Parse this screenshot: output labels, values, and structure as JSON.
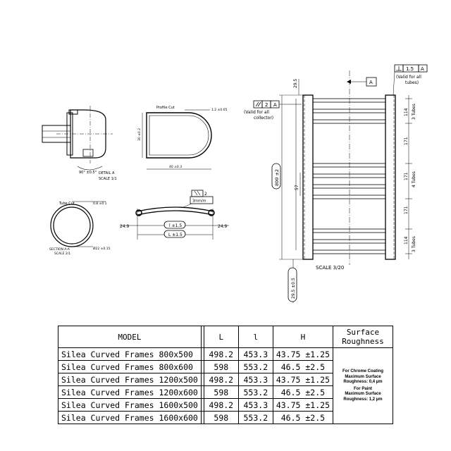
{
  "detail_views": {
    "detail_a_label": "DETAIL  A",
    "detail_a_scale": "SCALE  1/1",
    "detail_angle": "90° ±0.5°",
    "profile_title": "Profile Cut",
    "profile_width": "40 ±0.3",
    "profile_height": "30 ±0.2",
    "profile_radius": "1.2 ±0.05",
    "tube_title": "Tube Cut",
    "tube_wall": "0.8 ±0.1",
    "tube_diameter": "Ø22 ±0.15",
    "section_label": "SECTION  A-A",
    "section_scale": "SCALE  2/1",
    "curve_tolerance": "2",
    "curve_tolerance_unit": "3mm/m",
    "curve_inner": "l ±1.5",
    "curve_outer": "L ±1.5",
    "curve_offset_left": "24.9",
    "curve_offset_right": "24.9"
  },
  "front_view": {
    "parallelism_value": "2",
    "parallelism_ref": "A",
    "parallelism_note_1": "(Valid for all",
    "parallelism_note_2": "collector)",
    "perpendicularity_value": "1.5",
    "perpendicularity_ref": "A",
    "perpendicularity_note_1": "(Valid for all",
    "perpendicularity_note_2": "tubes)",
    "datum_label": "A",
    "top_offset": "29.5",
    "height_label": "800 ±2",
    "collector_gap": "57",
    "bottom_offset": "29.5 ±0.5",
    "right_dims": [
      {
        "value": "114",
        "note": "3 Tubes"
      },
      {
        "value": "171",
        "note": ""
      },
      {
        "value": "171",
        "note": "4 Tubes"
      },
      {
        "value": "171",
        "note": ""
      },
      {
        "value": "114",
        "note": "3 Tubes"
      }
    ],
    "scale": "SCALE  3/20"
  },
  "table": {
    "headers": [
      "MODEL",
      "L",
      "l",
      "H"
    ],
    "roughness_header_1": "Surface",
    "roughness_header_2": "Roughness",
    "rows": [
      {
        "model": "Silea Curved Frames  800x500",
        "L": "498.2",
        "l": "453.3",
        "H": "43.75  ±1.25"
      },
      {
        "model": "Silea Curved Frames  800x600",
        "L": "598",
        "l": "553.2",
        "H": "46.5  ±2.5"
      },
      {
        "model": "Silea Curved Frames  1200x500",
        "L": "498.2",
        "l": "453.3",
        "H": "43.75  ±1.25"
      },
      {
        "model": "Silea Curved Frames  1200x600",
        "L": "598",
        "l": "553.2",
        "H": "46.5  ±2.5"
      },
      {
        "model": "Silea Curved Frames  1600x500",
        "L": "498.2",
        "l": "453.3",
        "H": "43.75  ±1.25"
      },
      {
        "model": "Silea Curved Frames  1600x600",
        "L": "598",
        "l": "553.2",
        "H": "46.5  ±2.5"
      }
    ],
    "chrome_note": [
      "For Chrome Coating",
      "Maximum Surface",
      "Roughness: 0,4 µm"
    ],
    "paint_note": [
      "For Paint",
      "Maximum Surface",
      "Roughness: 1,2 µm"
    ]
  }
}
